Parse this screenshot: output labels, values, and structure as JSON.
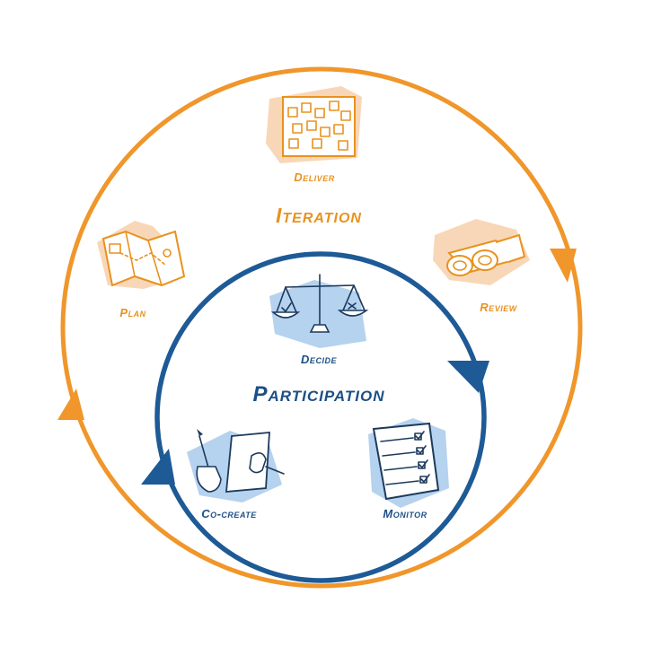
{
  "colors": {
    "orange": "#f0962a",
    "blue": "#1d5a96",
    "light_orange": "#f6c9a0",
    "light_blue": "#9cc3ea"
  },
  "outer_cycle": {
    "title": "Iteration",
    "steps": [
      {
        "label": "Deliver",
        "icon": "post-it-board-icon"
      },
      {
        "label": "Review",
        "icon": "binoculars-icon"
      },
      {
        "label": "Plan",
        "icon": "map-icon"
      }
    ]
  },
  "inner_cycle": {
    "title": "Participation",
    "steps": [
      {
        "label": "Decide",
        "icon": "scales-icon"
      },
      {
        "label": "Monitor",
        "icon": "checklist-icon"
      },
      {
        "label": "Co-create",
        "icon": "pen-and-paper-icon"
      }
    ]
  }
}
